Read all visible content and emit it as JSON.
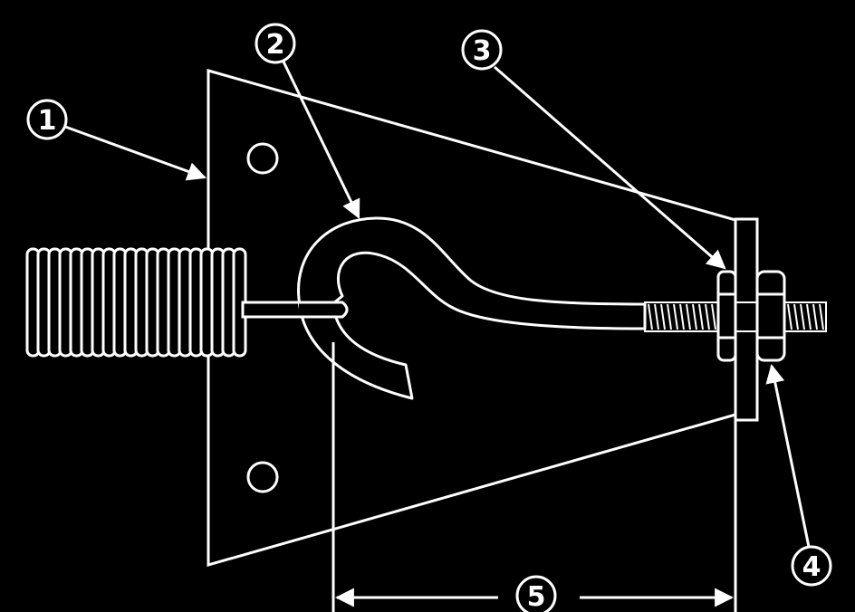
{
  "colors": {
    "background": "#000000",
    "stroke": "#ffffff"
  },
  "callouts": [
    {
      "id": "c1",
      "label": "1"
    },
    {
      "id": "c2",
      "label": "2"
    },
    {
      "id": "c3",
      "label": "3"
    },
    {
      "id": "c4",
      "label": "4"
    },
    {
      "id": "c5",
      "label": "5"
    }
  ]
}
